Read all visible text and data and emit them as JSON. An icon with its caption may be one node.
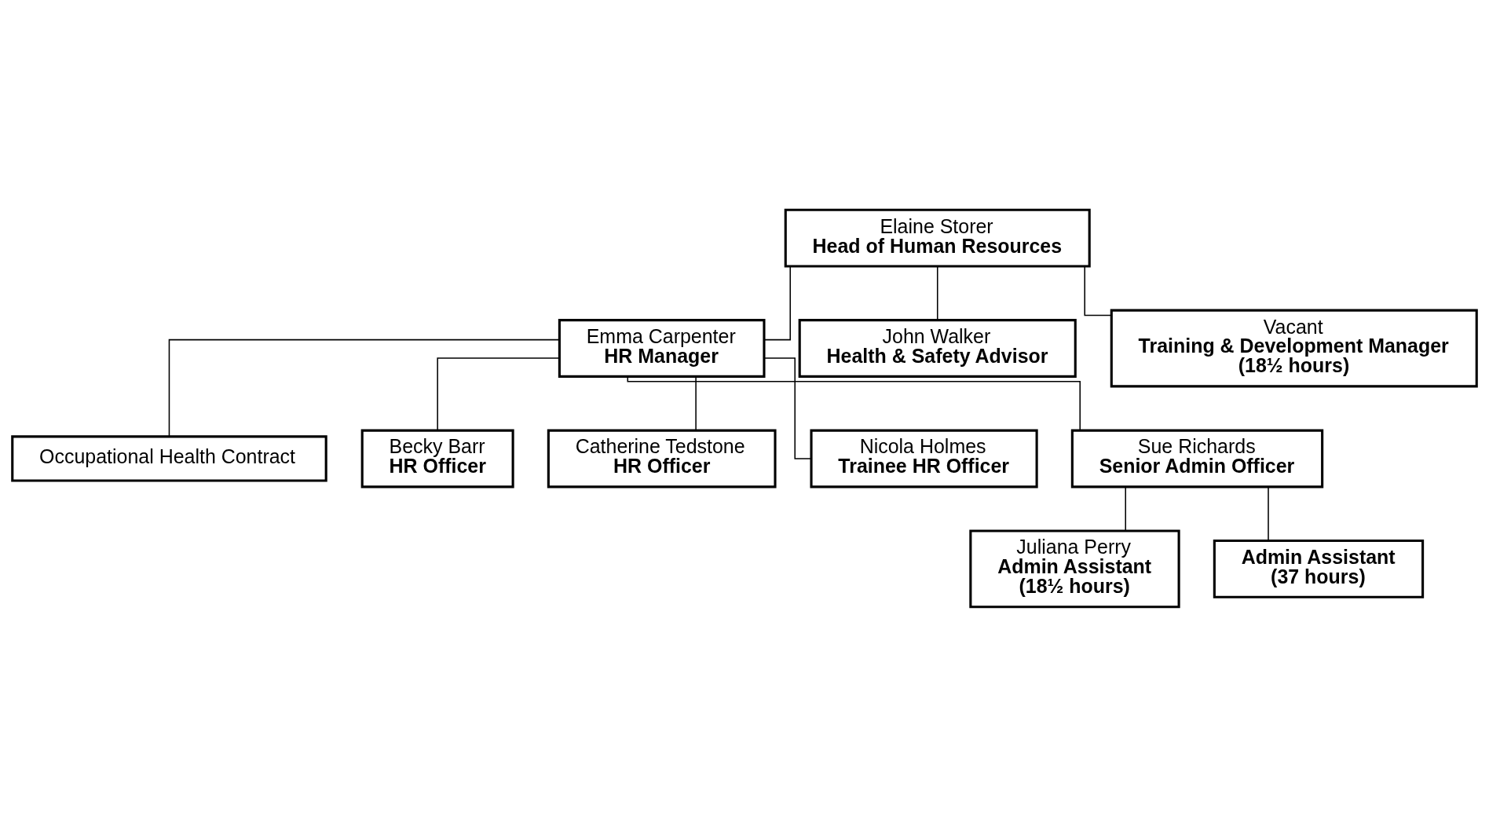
{
  "diagram": {
    "nodes": [
      {
        "text": [
          "Elaine Storer",
          "Head of Human Resources"
        ]
      },
      {
        "text": [
          "Emma Carpenter",
          "HR Manager"
        ]
      },
      {
        "text": [
          "John Walker",
          "Health & Safety Advisor"
        ]
      },
      {
        "text": [
          "Vacant",
          "Training & Development Manager",
          "(18½ hours)"
        ]
      },
      {
        "text": [
          "Occupational Health Contract"
        ]
      },
      {
        "text": [
          "Becky Barr",
          "HR Officer"
        ]
      },
      {
        "text": [
          "Catherine Tedstone",
          "HR Officer"
        ]
      },
      {
        "text": [
          "Nicola Holmes",
          "Trainee HR Officer"
        ]
      },
      {
        "text": [
          "Sue Richards",
          "Senior Admin Officer"
        ]
      },
      {
        "text": [
          "Juliana Perry",
          "Admin Assistant",
          "(18½ hours)"
        ]
      },
      {
        "text": [
          "Admin Assistant",
          "(37 hours)"
        ]
      }
    ],
    "edges": [
      {
        "from": 0,
        "to": 1,
        "arrow": "none"
      },
      {
        "from": 0,
        "to": 2,
        "arrow": "none"
      },
      {
        "from": 0,
        "to": 3,
        "arrow": "none"
      },
      {
        "from": 1,
        "to": 4,
        "arrow": "none"
      },
      {
        "from": 1,
        "to": 5,
        "arrow": "none"
      },
      {
        "from": 1,
        "to": 6,
        "arrow": "none"
      },
      {
        "from": 1,
        "to": 7,
        "arrow": "none"
      },
      {
        "from": 1,
        "to": 8,
        "arrow": "none"
      },
      {
        "from": 8,
        "to": 9,
        "arrow": "none"
      },
      {
        "from": 8,
        "to": 10,
        "arrow": "none"
      }
    ]
  }
}
